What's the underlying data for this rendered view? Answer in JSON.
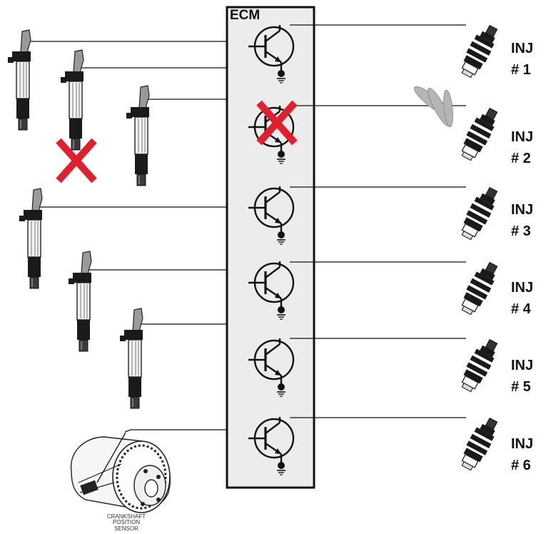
{
  "ecm": {
    "label": "ECM"
  },
  "injectors": [
    {
      "name": "INJ",
      "number": "# 1",
      "spraying": true,
      "driver_failed": false
    },
    {
      "name": "INJ",
      "number": "# 2",
      "spraying": false,
      "driver_failed": true
    },
    {
      "name": "INJ",
      "number": "# 3",
      "spraying": false,
      "driver_failed": false
    },
    {
      "name": "INJ",
      "number": "# 4",
      "spraying": false,
      "driver_failed": false
    },
    {
      "name": "INJ",
      "number": "# 5",
      "spraying": false,
      "driver_failed": false
    },
    {
      "name": "INJ",
      "number": "# 6",
      "spraying": false,
      "driver_failed": false
    }
  ],
  "ignition_coils": {
    "count": 6,
    "failed_coil": 2
  },
  "crankshaft_sensor": {
    "line1": "CRANKSHAFT",
    "line2": "POSITION",
    "line3": "SENSOR"
  },
  "colors": {
    "fault_mark": "#e0202f",
    "ecm_fill": "#ececec",
    "spray": "#b5b5b5"
  }
}
